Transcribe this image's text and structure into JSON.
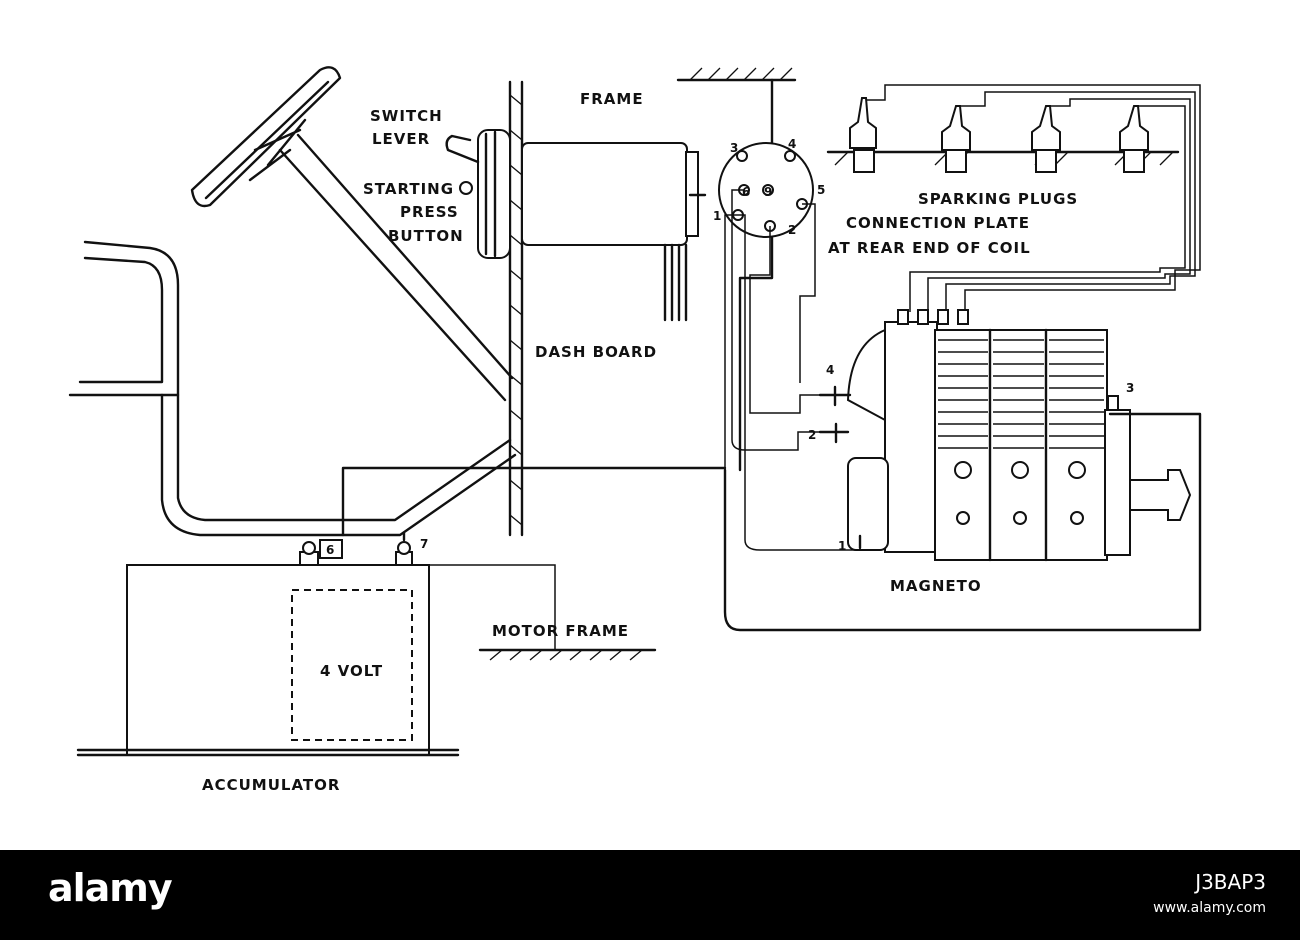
{
  "labels": {
    "switch_lever": [
      "SWITCH",
      "LEVER"
    ],
    "starting_press_button": [
      "STARTING",
      "PRESS",
      "BUTTON"
    ],
    "frame": "FRAME",
    "sparking_plugs": "SPARKING PLUGS",
    "connection_plate": [
      "CONNECTION PLATE",
      "AT REAR END OF COIL"
    ],
    "dash_board": "DASH BOARD",
    "magneto": "MAGNETO",
    "motor_frame": "MOTOR FRAME",
    "battery_voltage": "4 VOLT",
    "accumulator": "ACCUMULATOR"
  },
  "terminal_numbers": {
    "plate": [
      "3",
      "4",
      "6",
      "9",
      "5",
      "1",
      "2"
    ],
    "magneto": [
      "4",
      "2",
      "3",
      "1"
    ],
    "accumulator": [
      "6",
      "7"
    ]
  },
  "watermark": {
    "logo": "alamy",
    "image_id": "J3BAP3",
    "url": "www.alamy.com"
  }
}
